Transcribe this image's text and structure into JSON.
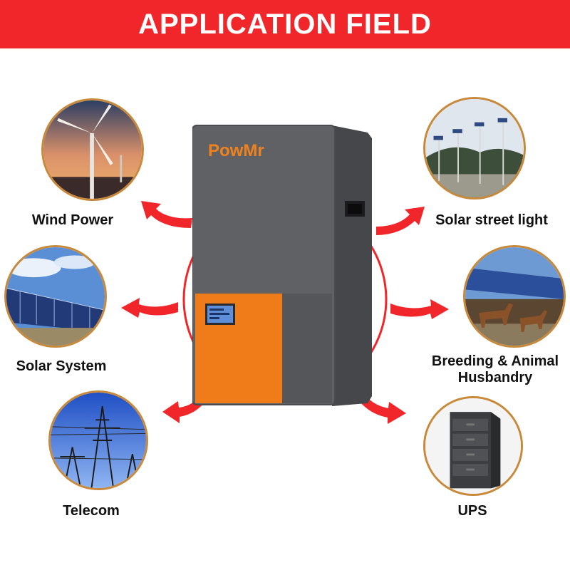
{
  "header": {
    "title": "APPLICATION FIELD"
  },
  "device": {
    "brand": "PowMr"
  },
  "applications": {
    "wind_power": {
      "label": "Wind Power",
      "icon": "wind-turbine-photo"
    },
    "solar_system": {
      "label": "Solar System",
      "icon": "solar-panel-photo"
    },
    "telecom": {
      "label": "Telecom",
      "icon": "power-tower-photo"
    },
    "solar_street_light": {
      "label": "Solar street light",
      "icon": "street-light-photo"
    },
    "breeding": {
      "label_line1": "Breeding & Animal",
      "label_line2": "Husbandry",
      "icon": "horse-farm-photo"
    },
    "ups": {
      "label": "UPS",
      "icon": "battery-cabinet-photo"
    }
  },
  "colors": {
    "banner": "#f0262a",
    "arrow": "#f0262a",
    "photo_border": "#c8893a",
    "device_gray": "#5b5c5f",
    "device_orange": "#f07c19"
  }
}
